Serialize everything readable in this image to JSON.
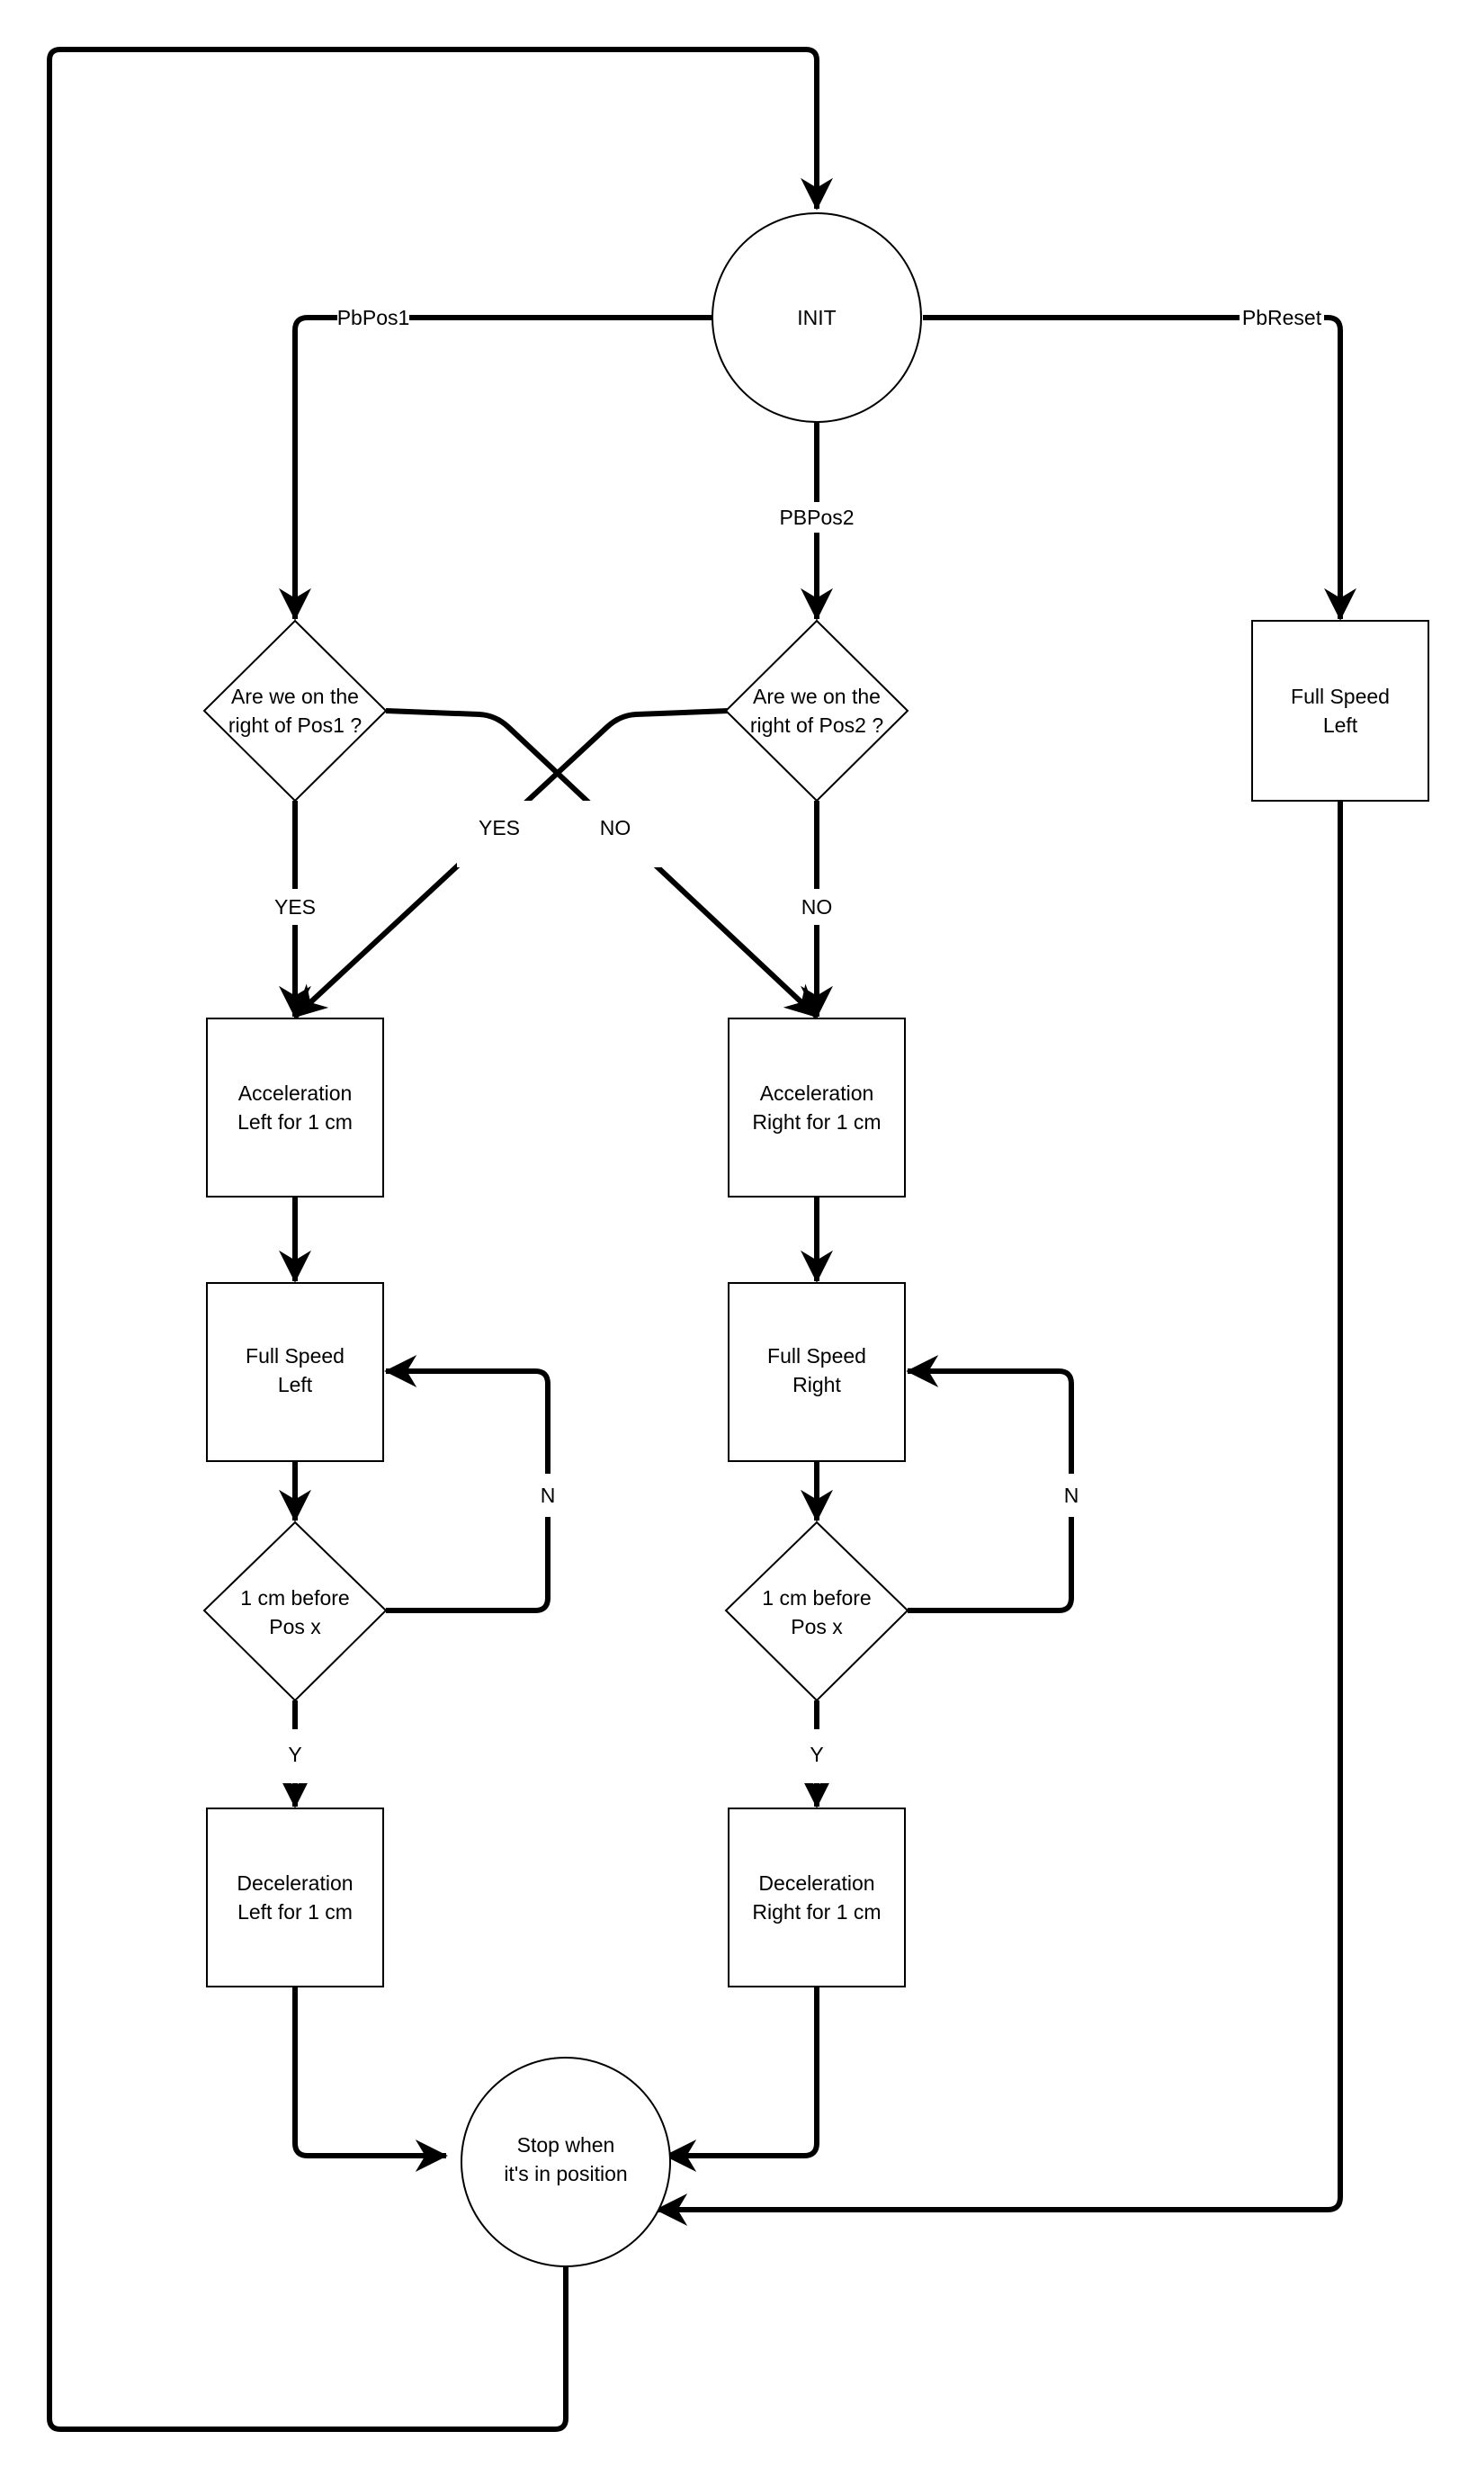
{
  "diagram": {
    "nodes": {
      "init": {
        "label_lines": [
          "INIT"
        ]
      },
      "stop": {
        "label_lines": [
          "Stop when",
          "it's in position"
        ]
      },
      "q_pos1": {
        "label_lines": [
          "Are we on the",
          "right of Pos1 ?"
        ]
      },
      "q_pos2": {
        "label_lines": [
          "Are we on the",
          "right of Pos2 ?"
        ]
      },
      "reset_full_left": {
        "label_lines": [
          "Full Speed",
          "Left"
        ]
      },
      "acc_left": {
        "label_lines": [
          "Acceleration",
          "Left for 1 cm"
        ]
      },
      "acc_right": {
        "label_lines": [
          "Acceleration",
          "Right for 1 cm"
        ]
      },
      "full_left": {
        "label_lines": [
          "Full Speed",
          "Left"
        ]
      },
      "full_right": {
        "label_lines": [
          "Full Speed",
          "Right"
        ]
      },
      "before_left": {
        "label_lines": [
          "1 cm before",
          "Pos x"
        ]
      },
      "before_right": {
        "label_lines": [
          "1 cm before",
          "Pos x"
        ]
      },
      "dec_left": {
        "label_lines": [
          "Deceleration",
          "Left for 1 cm"
        ]
      },
      "dec_right": {
        "label_lines": [
          "Deceleration",
          "Right for 1 cm"
        ]
      }
    },
    "edge_labels": {
      "pbpos1": "PbPos1",
      "pbpos2": "PBPos2",
      "pbreset": "PbReset",
      "q1_yes": "YES",
      "q1_no": "NO",
      "q2_yes": "YES",
      "q2_no": "NO",
      "loop_left_n": "N",
      "loop_right_n": "N",
      "left_y": "Y",
      "right_y": "Y"
    },
    "colors": {
      "stroke": "#000000",
      "fill": "#ffffff",
      "text": "#000000"
    }
  }
}
